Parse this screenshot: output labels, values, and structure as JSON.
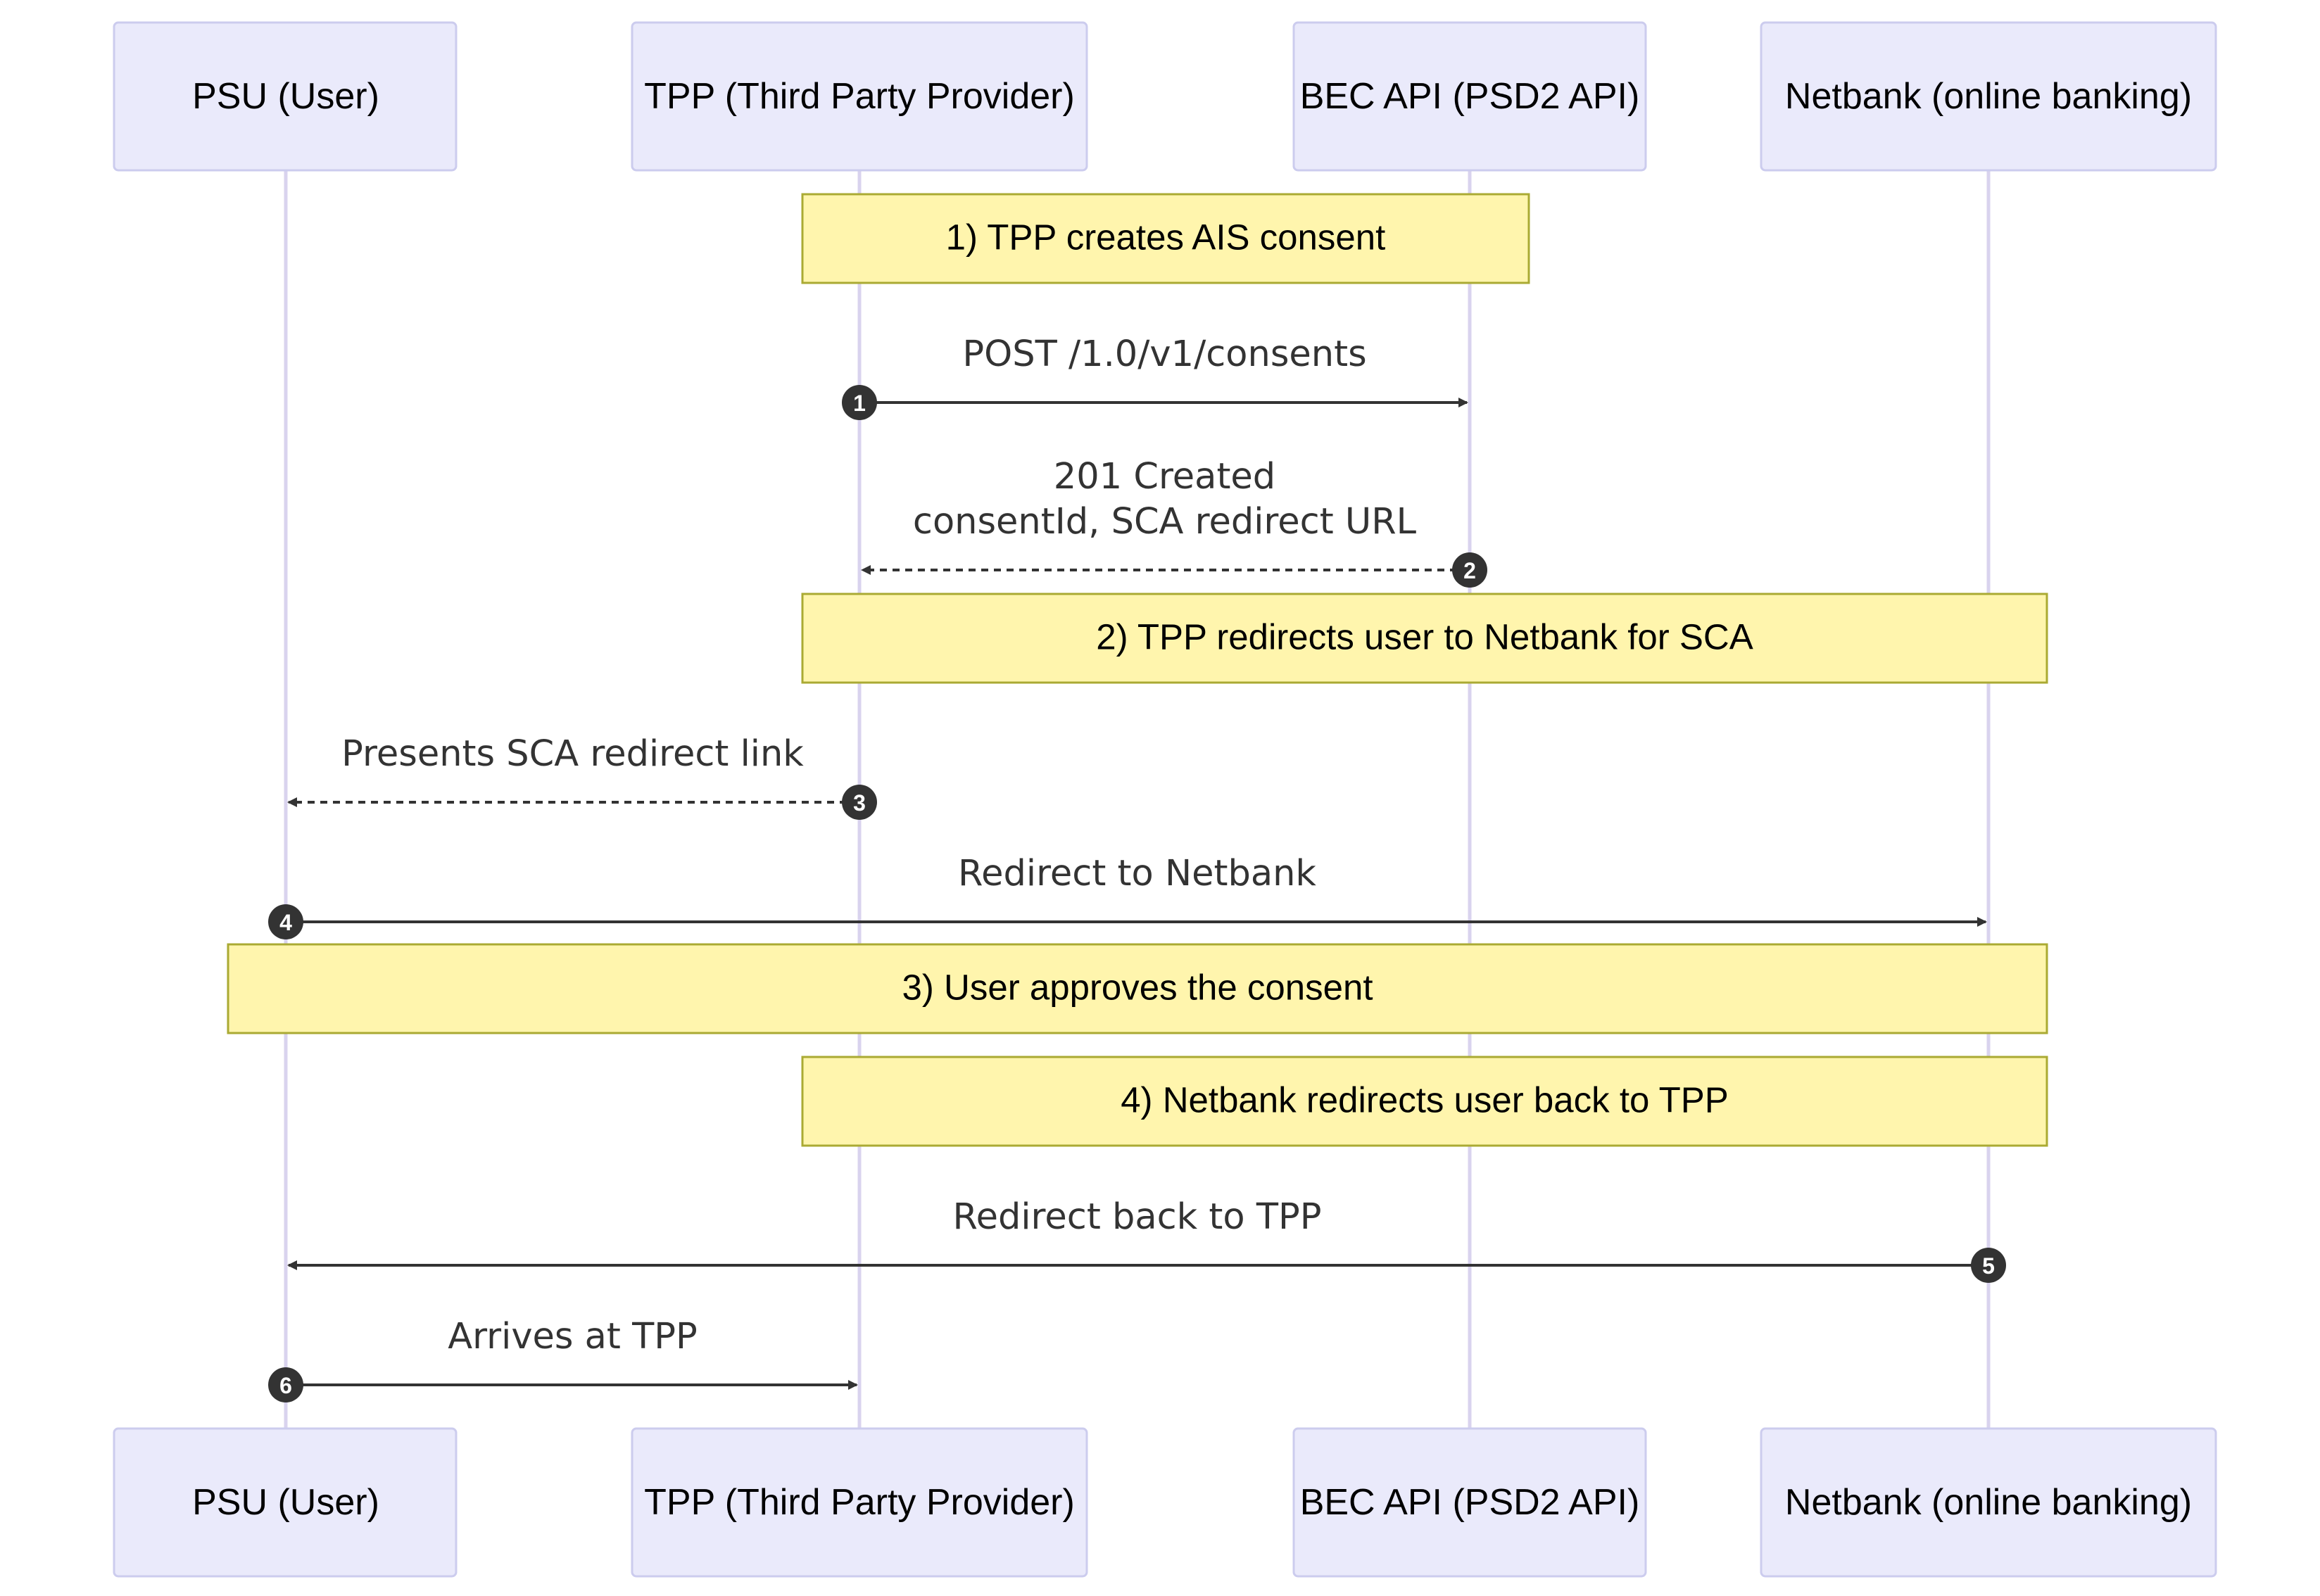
{
  "diagram": {
    "type": "sequence",
    "participants": [
      {
        "id": "psu",
        "label": "PSU (User)"
      },
      {
        "id": "tpp",
        "label": "TPP (Third Party Provider)"
      },
      {
        "id": "bec",
        "label": "BEC API (PSD2 API)"
      },
      {
        "id": "netbank",
        "label": "Netbank (online banking)"
      }
    ],
    "steps": [
      {
        "kind": "note",
        "from": "tpp",
        "to": "bec",
        "text": "1) TPP creates AIS consent"
      },
      {
        "kind": "message",
        "from": "tpp",
        "to": "bec",
        "number": "1",
        "dashed": false,
        "lines": [
          "POST /1.0/v1/consents"
        ]
      },
      {
        "kind": "message",
        "from": "bec",
        "to": "tpp",
        "number": "2",
        "dashed": true,
        "lines": [
          "201 Created",
          "consentId, SCA redirect URL"
        ]
      },
      {
        "kind": "note",
        "from": "tpp",
        "to": "netbank",
        "text": "2) TPP redirects user to Netbank for SCA"
      },
      {
        "kind": "message",
        "from": "tpp",
        "to": "psu",
        "number": "3",
        "dashed": true,
        "lines": [
          "Presents SCA redirect link"
        ]
      },
      {
        "kind": "message",
        "from": "psu",
        "to": "netbank",
        "number": "4",
        "dashed": false,
        "lines": [
          "Redirect to Netbank"
        ]
      },
      {
        "kind": "note",
        "from": "psu",
        "to": "netbank",
        "text": "3) User approves the consent"
      },
      {
        "kind": "note",
        "from": "tpp",
        "to": "netbank",
        "text": "4) Netbank redirects user back to TPP"
      },
      {
        "kind": "message",
        "from": "netbank",
        "to": "psu",
        "number": "5",
        "dashed": false,
        "lines": [
          "Redirect back to TPP"
        ]
      },
      {
        "kind": "message",
        "from": "psu",
        "to": "tpp",
        "number": "6",
        "dashed": false,
        "lines": [
          "Arrives at TPP"
        ]
      }
    ],
    "colors": {
      "actor_fill": "#eaeafb",
      "actor_stroke": "#ccccee",
      "lifeline": "#d9d3ee",
      "note_fill": "#fff5ad",
      "note_stroke": "#aaaa33",
      "line": "#333333",
      "number_badge": "#333333",
      "text": "#000000",
      "message_text": "#333333"
    }
  }
}
